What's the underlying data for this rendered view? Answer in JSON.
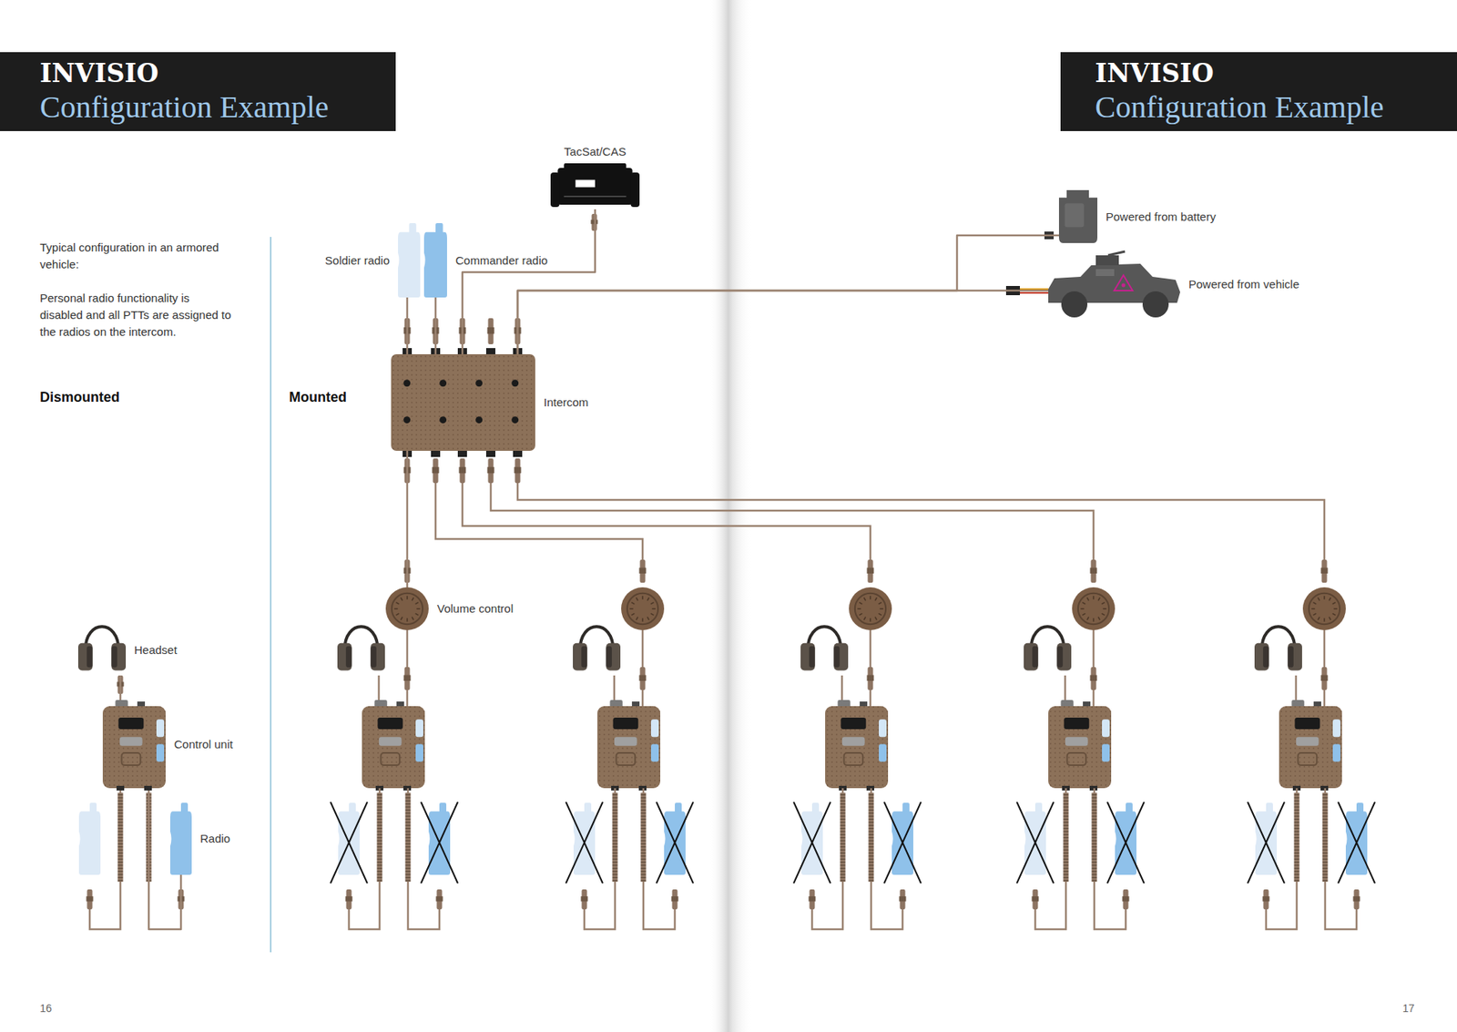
{
  "diagram": {
    "nodes": [
      {
        "text": [
          "INVISIO",
          "Configuration Example"
        ]
      },
      {
        "text": [
          "INVISIO",
          "Configuration Example"
        ]
      },
      {
        "text": [
          "TacSat/CAS"
        ]
      },
      {
        "text": [
          "Soldier radio"
        ]
      },
      {
        "text": [
          "Commander radio"
        ]
      },
      {
        "text": [
          "Intercom"
        ]
      },
      {
        "text": [
          "Powered from battery"
        ]
      },
      {
        "text": [
          "Powered from vehicle"
        ]
      },
      {
        "text": [
          "Volume control"
        ]
      },
      {
        "text": [
          "Headset"
        ]
      },
      {
        "text": [
          "Control unit"
        ]
      },
      {
        "text": [
          "Radio"
        ]
      }
    ],
    "edges": [
      {
        "from": 2,
        "to": 5,
        "arrow": "none"
      },
      {
        "from": 3,
        "to": 5,
        "arrow": "none"
      },
      {
        "from": 4,
        "to": 5,
        "arrow": "none"
      },
      {
        "from": 6,
        "to": 5,
        "arrow": "none"
      },
      {
        "from": 7,
        "to": 5,
        "arrow": "none"
      },
      {
        "from": 5,
        "to": 8,
        "arrow": "none"
      },
      {
        "from": 9,
        "to": 10,
        "arrow": "none"
      },
      {
        "from": 11,
        "to": 10,
        "arrow": "none"
      }
    ],
    "labels": [
      "Typical configuration in an armored vehicle:",
      "Personal radio functionality is disabled and all PTTs are assigned to the radios on the intercom.",
      "Dismounted",
      "Mounted",
      "16",
      "17"
    ]
  }
}
